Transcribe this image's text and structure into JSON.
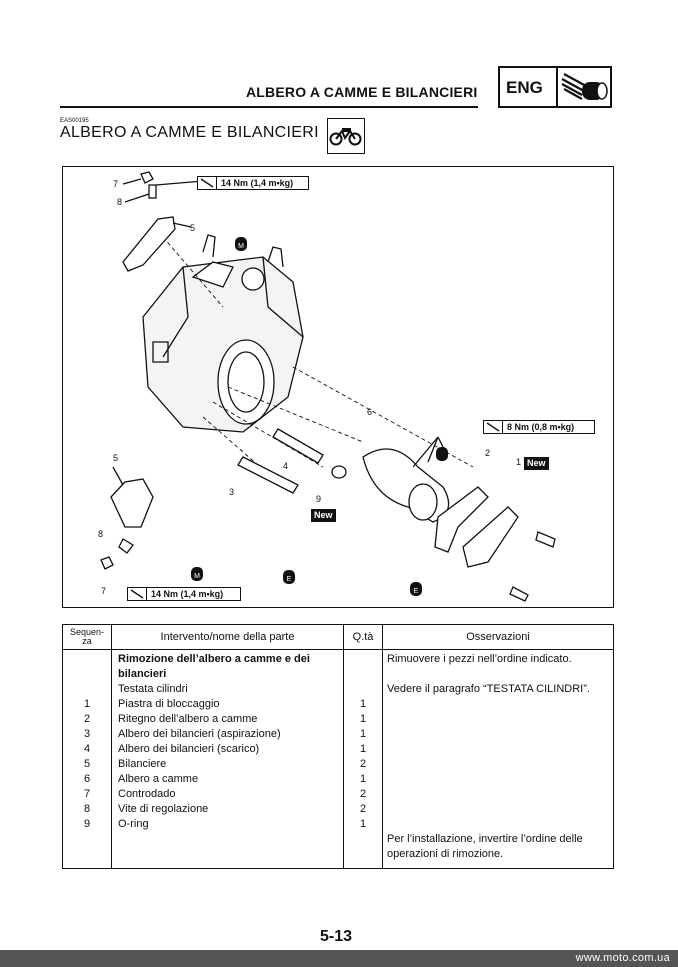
{
  "header": {
    "title": "ALBERO A CAMME E BILANCIERI",
    "section_badge": "ENG",
    "section_icon": "engine-icon"
  },
  "section": {
    "code": "EAS00195",
    "title": "ALBERO A CAMME E BILANCIERI",
    "icon": "motorcycle-icon"
  },
  "diagram": {
    "torque_top": "14 Nm (1,4 m•kg)",
    "torque_right": "8 Nm (0,8 m•kg)",
    "torque_bottom": "14 Nm (1,4 m•kg)",
    "new_label": "New",
    "grease_m": "M",
    "grease_e": "E",
    "callouts": [
      "7",
      "8",
      "5",
      "6",
      "5",
      "4",
      "3",
      "9",
      "2",
      "1",
      "8",
      "7"
    ]
  },
  "table": {
    "headers": {
      "seq_line1": "Sequen-",
      "seq_line2": "za",
      "part": "Intervento/nome della parte",
      "qty": "Q.tà",
      "obs": "Osservazioni"
    },
    "seq": [
      "",
      "",
      "",
      "1",
      "2",
      "3",
      "4",
      "5",
      "6",
      "7",
      "8",
      "9",
      "",
      ""
    ],
    "part": [
      "Rimozione dell’albero a camme e dei",
      "bilancieri",
      "Testata cilindri",
      "Piastra di bloccaggio",
      "Ritegno dell’albero a camme",
      "Albero dei bilancieri (aspirazione)",
      "Albero dei bilancieri (scarico)",
      "Bilanciere",
      "Albero a camme",
      "Controdado",
      "Vite di regolazione",
      "O-ring",
      "",
      ""
    ],
    "qty": [
      "",
      "",
      "",
      "1",
      "1",
      "1",
      "1",
      "2",
      "1",
      "2",
      "2",
      "1",
      "",
      ""
    ],
    "obs": [
      "Rimuovere i pezzi nell’ordine indicato.",
      "",
      "Vedere il paragrafo “TESTATA CILINDRI”.",
      "",
      "",
      "",
      "",
      "",
      "",
      "",
      "",
      "",
      "Per l’installazione, invertire l’ordine delle",
      "operazioni di rimozione."
    ]
  },
  "page_number": "5-13",
  "footer": "www.moto.com.ua"
}
